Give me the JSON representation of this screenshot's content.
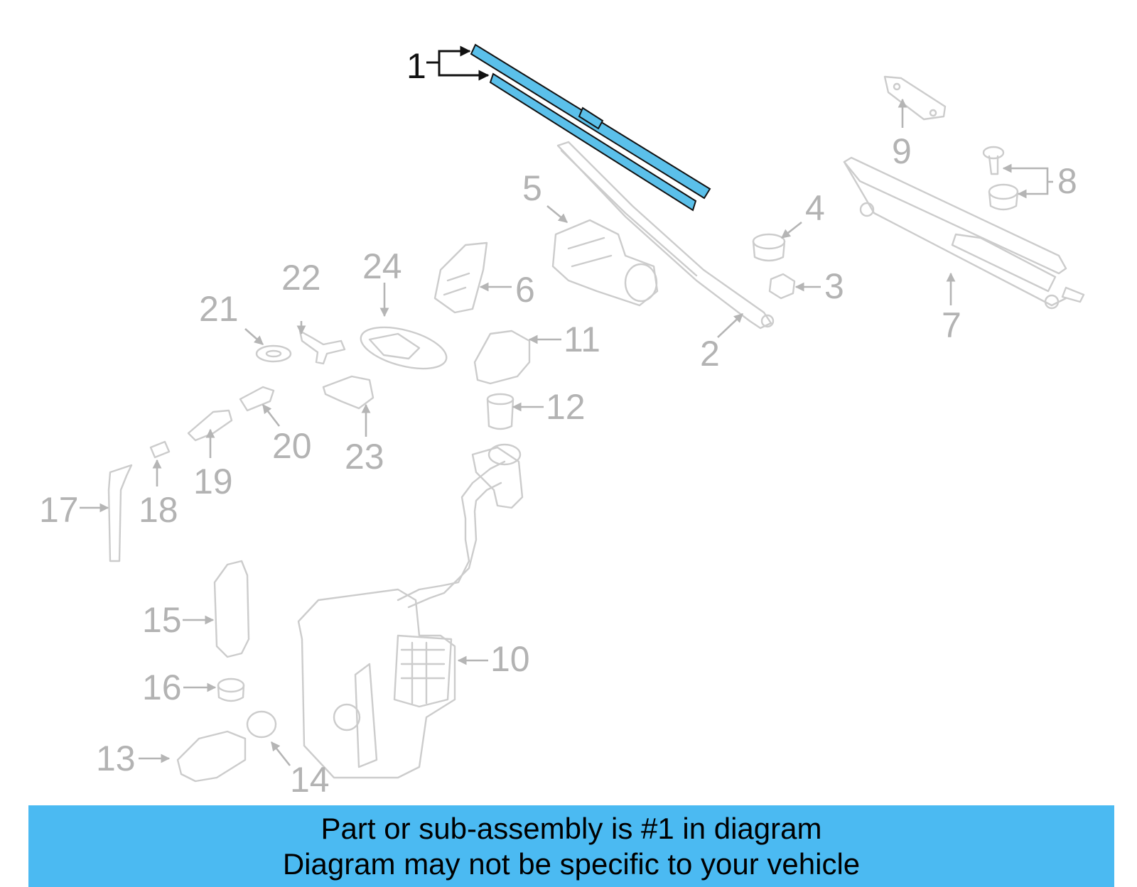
{
  "callouts": {
    "c1": "1",
    "c2": "2",
    "c3": "3",
    "c4": "4",
    "c5": "5",
    "c6": "6",
    "c7": "7",
    "c8": "8",
    "c9": "9",
    "c10": "10",
    "c11": "11",
    "c12": "12",
    "c13": "13",
    "c14": "14",
    "c15": "15",
    "c16": "16",
    "c17": "17",
    "c18": "18",
    "c19": "19",
    "c20": "20",
    "c21": "21",
    "c22": "22",
    "c23": "23",
    "c24": "24"
  },
  "highlight": {
    "part": "1",
    "color": "#5bc0ea"
  },
  "banner": {
    "line1": "Part or sub-assembly is #1 in diagram",
    "line2": "Diagram may not be specific to your vehicle",
    "background": "#4bbaf2"
  }
}
